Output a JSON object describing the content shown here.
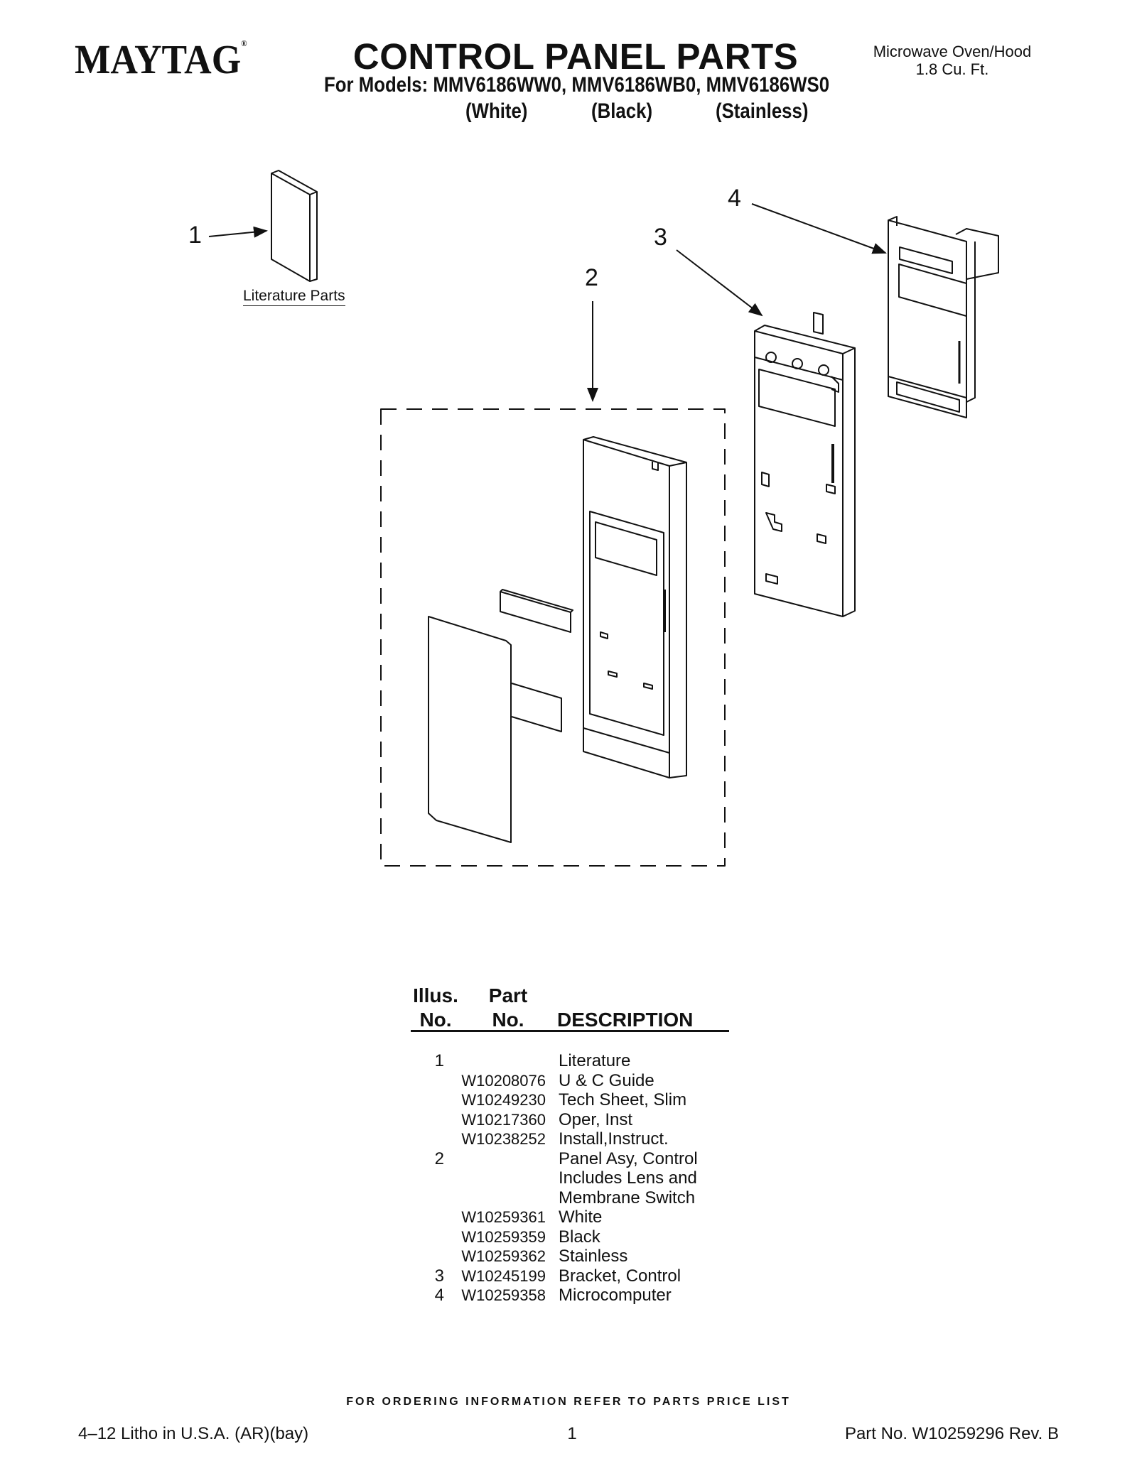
{
  "header": {
    "brand": "MAYTAG",
    "brand_mark": "®",
    "title": "CONTROL PANEL PARTS",
    "models_line": "For Models: MMV6186WW0, MMV6186WB0, MMV6186WS0",
    "colors": [
      "(White)",
      "(Black)",
      "(Stainless)"
    ],
    "product_line1": "Microwave Oven/Hood",
    "product_line2": "1.8 Cu. Ft."
  },
  "diagram": {
    "callouts": [
      "1",
      "2",
      "3",
      "4"
    ],
    "literature_label": "Literature Parts"
  },
  "table": {
    "headers": {
      "illus_line1": "Illus.",
      "illus_line2": "No.",
      "part_line1": "Part",
      "part_line2": "No.",
      "description": "DESCRIPTION"
    },
    "rows": [
      {
        "illus": "1",
        "part": "",
        "desc": "Literature"
      },
      {
        "illus": "",
        "part": "W10208076",
        "desc": "U & C Guide"
      },
      {
        "illus": "",
        "part": "W10249230",
        "desc": "Tech Sheet, Slim"
      },
      {
        "illus": "",
        "part": "W10217360",
        "desc": "Oper, Inst"
      },
      {
        "illus": "",
        "part": "W10238252",
        "desc": "Install,Instruct."
      },
      {
        "illus": "2",
        "part": "",
        "desc": "Panel Asy, Control"
      },
      {
        "illus": "",
        "part": "",
        "desc": "Includes Lens and"
      },
      {
        "illus": "",
        "part": "",
        "desc": "Membrane Switch"
      },
      {
        "illus": "",
        "part": "W10259361",
        "desc": "White"
      },
      {
        "illus": "",
        "part": "W10259359",
        "desc": "Black"
      },
      {
        "illus": "",
        "part": "W10259362",
        "desc": "Stainless"
      },
      {
        "illus": "3",
        "part": "W10245199",
        "desc": "Bracket, Control"
      },
      {
        "illus": "4",
        "part": "W10259358",
        "desc": "Microcomputer"
      }
    ]
  },
  "footer": {
    "ordering_note": "FOR ORDERING INFORMATION REFER TO PARTS PRICE LIST",
    "litho": "4–12 Litho in U.S.A. (AR)(bay)",
    "page": "1",
    "part_no": "Part No. W10259296 Rev. B"
  }
}
